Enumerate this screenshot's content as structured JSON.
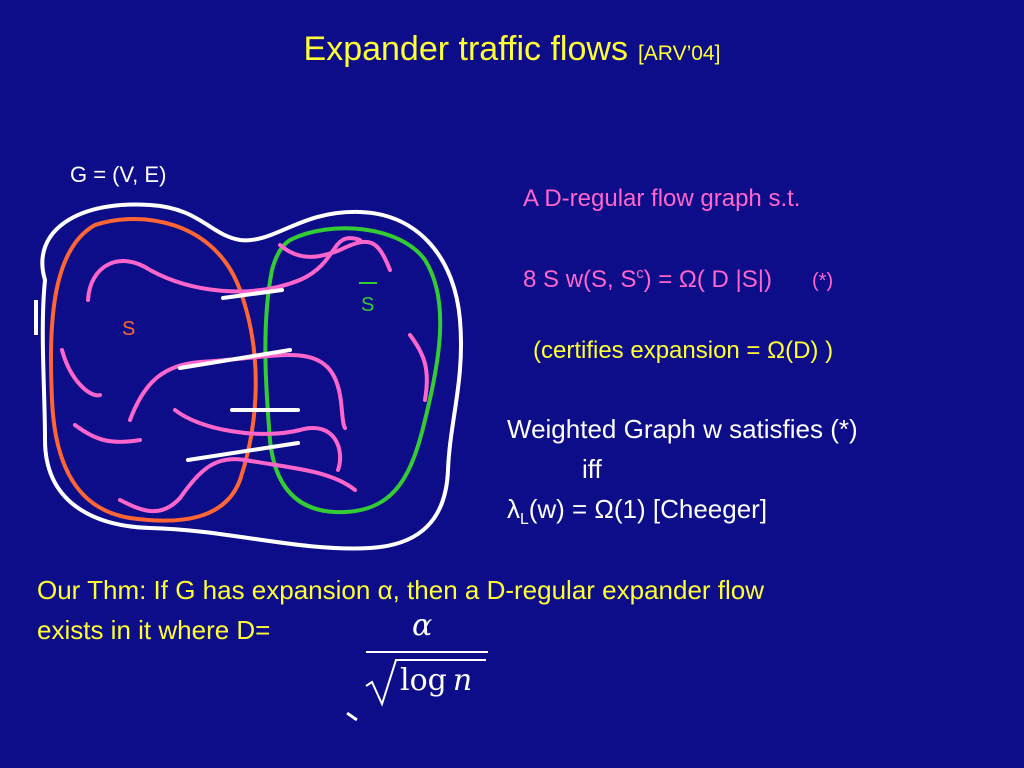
{
  "title": {
    "main": "Expander traffic flows",
    "ref": "[ARV’04]"
  },
  "diagram": {
    "graph_label": "G = (V, E)",
    "set_label": "S",
    "complement_label": "S",
    "colors": {
      "background": "#0d0d8a",
      "outline": "#ffffff",
      "set_s": "#ff6633",
      "complement": "#33cc33",
      "paths": "#ff66cc",
      "cut_edges": "#ffffff"
    }
  },
  "definition": {
    "line1": "A  D-regular flow graph s.t.",
    "line2_prefix": "8  S   w(S, S",
    "line2_sup": "c",
    "line2_mid": ") = ",
    "omega": "Ω",
    "line2_suffix": "( D |S|)",
    "line2_star": "(*)",
    "line3_prefix": "(certifies expansion = ",
    "line3_suffix": "(D) )"
  },
  "cheeger": {
    "line1": "Weighted Graph w satisfies  (*)",
    "line2": "iff",
    "lambda": "λ",
    "lambda_sub": "L",
    "line3_mid": "(w) = ",
    "line3_suffix": "(1)   [Cheeger]"
  },
  "theorem": {
    "line1_prefix": "Our Thm: If G has expansion ",
    "alpha": "α",
    "line1_suffix": ", then a D-regular expander flow",
    "line2": "exists in it where  D=",
    "frac_num": "α",
    "frac_den_log": "log",
    "frac_den_var": "n"
  }
}
